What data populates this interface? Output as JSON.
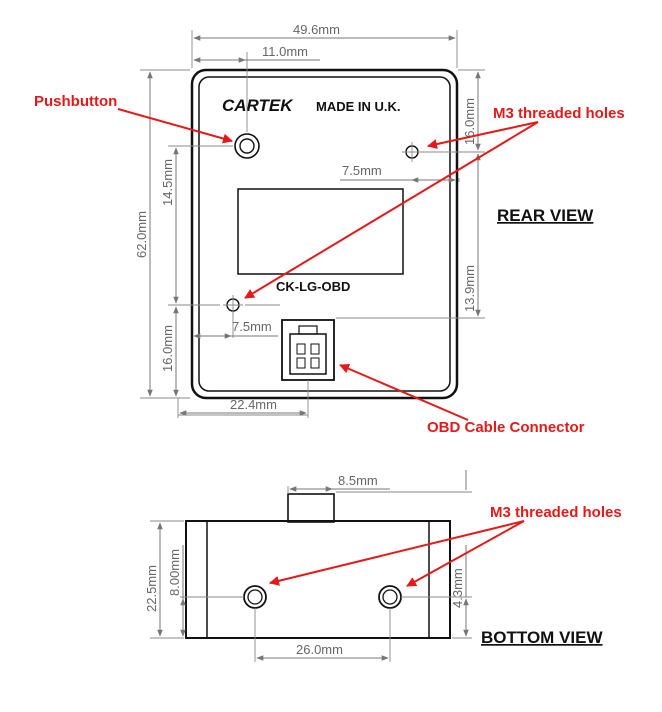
{
  "rear_view": {
    "title": "REAR VIEW",
    "brand": "CARTEK",
    "made_in": "MADE IN U.K.",
    "model": "CK-LG-OBD",
    "dimensions": {
      "width": "49.6mm",
      "pushbutton_offset": "11.0mm",
      "top_hole_offset": "16.0mm",
      "top_hole_edge": "7.5mm",
      "pushbutton_height": "14.5mm",
      "height": "62.0mm",
      "lower_hole_height": "13.9mm",
      "lower_hole_edge": "7.5mm",
      "bottom_hole_height": "16.0mm",
      "connector_offset": "22.4mm"
    }
  },
  "bottom_view": {
    "title": "BOTTOM VIEW",
    "dimensions": {
      "connector_width": "8.5mm",
      "depth": "22.5mm",
      "hole_height": "8.00mm",
      "hole_spacing": "26.0mm",
      "side_height": "4.3mm"
    }
  },
  "callouts": {
    "pushbutton": "Pushbutton",
    "m3_rear": "M3 threaded holes",
    "obd_connector": "OBD Cable Connector",
    "m3_bottom": "M3 threaded holes"
  },
  "colors": {
    "callout": "#e41a1a",
    "dimension": "#777777",
    "outline": "#111111"
  }
}
